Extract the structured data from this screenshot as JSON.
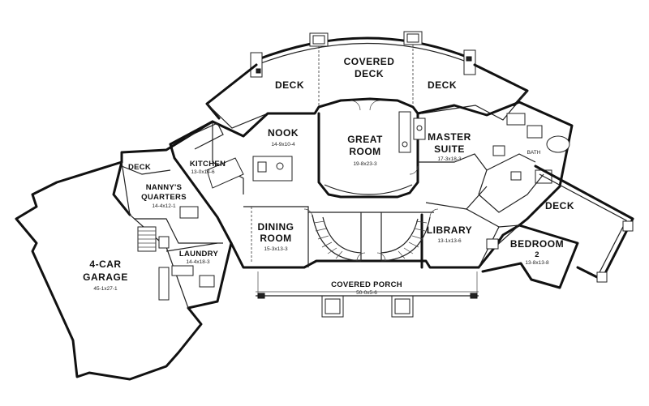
{
  "plan": {
    "rooms": [
      {
        "key": "covered_deck",
        "lines": [
          "COVERED",
          "DECK"
        ],
        "dims": ""
      },
      {
        "key": "deck_left",
        "lines": [
          "DECK"
        ],
        "dims": ""
      },
      {
        "key": "deck_right",
        "lines": [
          "DECK"
        ],
        "dims": ""
      },
      {
        "key": "nook",
        "lines": [
          "NOOK"
        ],
        "dims": "14-9x10-4"
      },
      {
        "key": "great_room",
        "lines": [
          "GREAT",
          "ROOM"
        ],
        "dims": "19-8x23-3"
      },
      {
        "key": "master_suite",
        "lines": [
          "MASTER",
          "SUITE"
        ],
        "dims": "17-3x18-3"
      },
      {
        "key": "deck_nanny",
        "lines": [
          "DECK"
        ],
        "dims": ""
      },
      {
        "key": "kitchen",
        "lines": [
          "KITCHEN"
        ],
        "dims": "13-0x14-6"
      },
      {
        "key": "nannys_quarters",
        "lines": [
          "NANNY'S",
          "QUARTERS"
        ],
        "dims": "14-4x12-1"
      },
      {
        "key": "garage",
        "lines": [
          "4-CAR",
          "GARAGE"
        ],
        "dims": "45-1x27-1"
      },
      {
        "key": "laundry",
        "lines": [
          "LAUNDRY"
        ],
        "dims": "14-4x18-3"
      },
      {
        "key": "dining_room",
        "lines": [
          "DINING",
          "ROOM"
        ],
        "dims": "15-3x13-3"
      },
      {
        "key": "library",
        "lines": [
          "LIBRARY"
        ],
        "dims": "13-1x13-6"
      },
      {
        "key": "bedroom2",
        "lines": [
          "BEDROOM",
          "2"
        ],
        "dims": "13-8x13-8"
      },
      {
        "key": "deck_bedroom",
        "lines": [
          "DECK"
        ],
        "dims": ""
      },
      {
        "key": "covered_porch",
        "lines": [
          "COVERED PORCH"
        ],
        "dims": "50-0x5-6"
      }
    ],
    "bath_label": "BATH"
  }
}
